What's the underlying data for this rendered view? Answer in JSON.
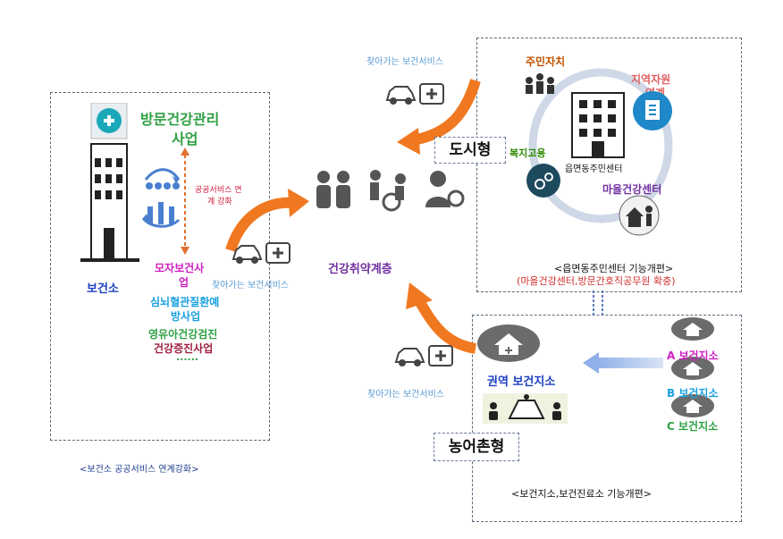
{
  "left_box": {
    "title": "방문건강관리",
    "title2": "사업",
    "link_note": "공공서비스 연",
    "link_note2": "계 강화",
    "health_center": "보건소",
    "program1": "모자보건사",
    "program1b": "업",
    "program2": "심뇌혈관질환예",
    "program2b": "방사업",
    "program3": "영유아건강검진",
    "program4": "건강증진사업",
    "ellipsis": "......",
    "caption": "<보건소 공공서비스 연계강화>"
  },
  "center": {
    "vulnerable": "건강취약계층",
    "visiting_top": "찾아가는 보건서비스",
    "visiting_mid": "찾아가는 보건서비스",
    "visiting_bottom": "찾아가는 보건서비스"
  },
  "urban": {
    "type_label": "도시형",
    "autonomy": "주민자치",
    "local_resource": "지역자원",
    "local_resource2": "연계",
    "welfare": "복지고용",
    "community_center": "읍면동주민센터",
    "village_health": "마을건강센터",
    "caption": "<읍면동주민센터 기능개편>",
    "caption_sub": "(마을건강센터,방문간호직공무원 확충)"
  },
  "rural": {
    "type_label": "농어촌형",
    "regional_branch": "권역 보건지소",
    "branch_a": "A 보건지소",
    "branch_b": "B 보건지소",
    "branch_c": "C 보건지소",
    "caption": "<보건지소,보건진료소 기능개편>"
  },
  "colors": {
    "orange": "#f07820",
    "green": "#2ea043",
    "magenta": "#d020c0",
    "blue": "#1a3fc0",
    "cyan": "#1aa0e0",
    "purple": "#7030a0",
    "brown": "#c05000"
  }
}
